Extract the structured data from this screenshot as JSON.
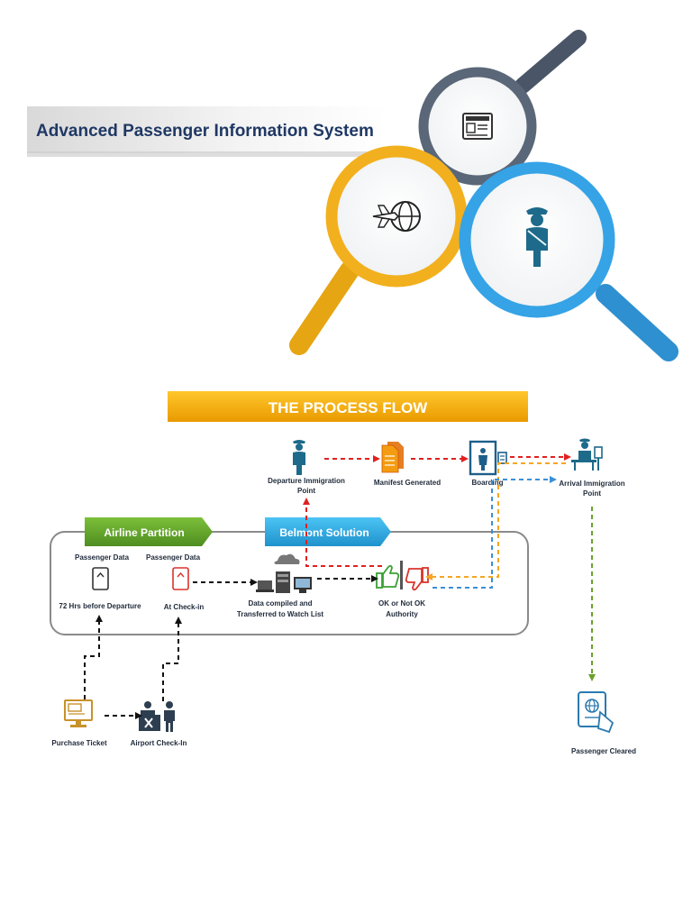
{
  "header": {
    "title": "Advanced Passenger Information System"
  },
  "banner": {
    "process_flow": "THE PROCESS FLOW"
  },
  "partitions": {
    "airline": "Airline Partition",
    "belmont": "Belmont Solution"
  },
  "nodes": {
    "passenger_data_1": "Passenger Data",
    "passenger_data_2": "Passenger Data",
    "hrs_before": "72 Hrs before Departure",
    "at_checkin": "At Check-in",
    "data_compiled_1": "Data compiled and",
    "data_compiled_2": "Transferred to Watch List",
    "ok_not_ok_1": "OK or Not OK",
    "ok_not_ok_2": "Authority",
    "departure_1": "Departure Immigration",
    "departure_2": "Point",
    "manifest": "Manifest Generated",
    "boarding": "Boarding",
    "arrival_1": "Arrival Immigration",
    "arrival_2": "Point",
    "purchase": "Purchase Ticket",
    "airport_checkin": "Airport Check-In",
    "cleared": "Passenger Cleared"
  },
  "colors": {
    "title_text": "#1f3864",
    "banner_orange": "#f5a800",
    "airline_green": "#5a9e2a",
    "belmont_blue": "#28a8e0",
    "arrow_red": "#e02020",
    "arrow_orange": "#f5a623",
    "arrow_blue": "#3a8fd8",
    "arrow_green": "#6aa02a",
    "icon_teal": "#1d6a8a",
    "magnifier_gray": "#5a6778",
    "magnifier_gold": "#f2b01e",
    "magnifier_blue": "#35a3e6"
  },
  "icons": [
    "id-card-icon",
    "plane-globe-icon",
    "officer-icon",
    "document-icon",
    "boarding-door-icon",
    "immigration-desk-icon",
    "servers-icon",
    "thumbs-up-icon",
    "thumbs-down-icon",
    "computer-icon",
    "checkin-desk-icon",
    "passport-icon"
  ]
}
